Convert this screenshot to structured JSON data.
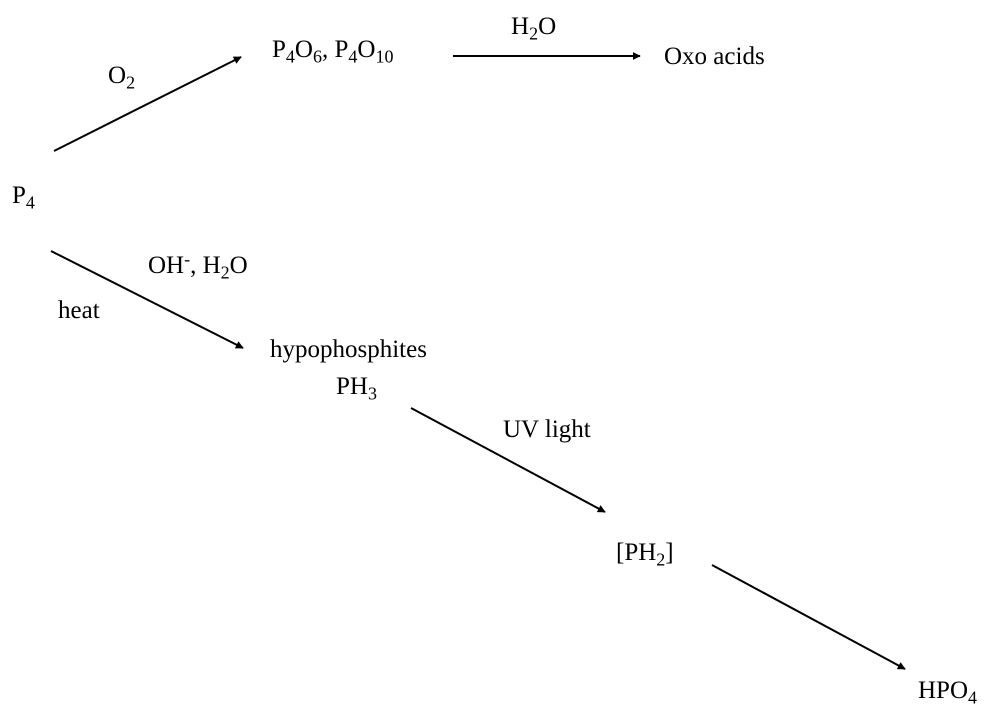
{
  "species": {
    "p4": {
      "base": "P",
      "sub": "4"
    },
    "oxides": {
      "p1": "P",
      "s1": "4",
      "o1": "O",
      "s2": "6",
      "sep": ", ",
      "p2": "P",
      "s3": "4",
      "o2": "O",
      "s4": "10"
    },
    "oxo_acids": "Oxo acids",
    "hypophosphites": "hypophosphites",
    "ph3": {
      "base": "PH",
      "sub": "3"
    },
    "ph2": {
      "open": "[PH",
      "sub": "2",
      "close": "]"
    },
    "hpo4": {
      "base": "HPO",
      "sub": "4"
    }
  },
  "reagents": {
    "o2": {
      "base": "O",
      "sub": "2"
    },
    "h2o_top": {
      "h": "H",
      "sub": "2",
      "o": "O"
    },
    "oh_h2o": {
      "oh": "OH",
      "sup": "-",
      "sep": ", H",
      "sub": "2",
      "o": "O"
    },
    "heat": "heat",
    "uv_light": "UV light"
  }
}
